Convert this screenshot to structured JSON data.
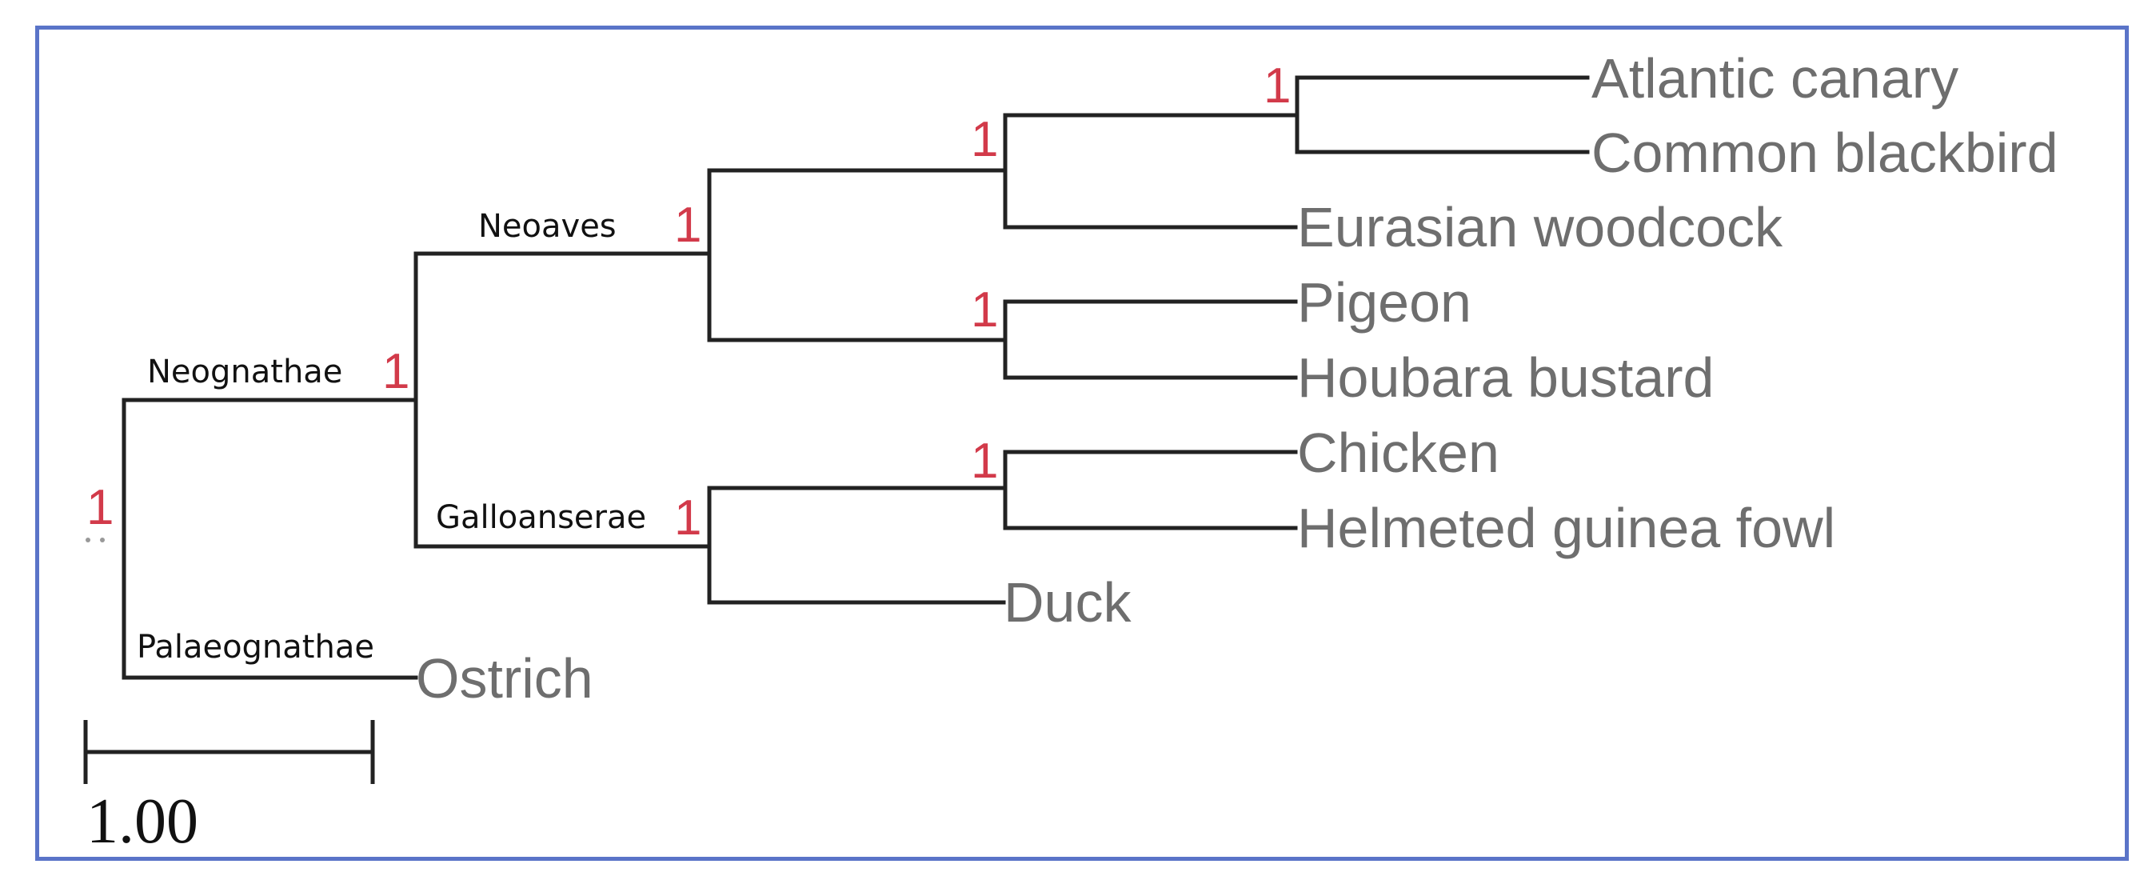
{
  "leaves": {
    "atlantic_canary": "Atlantic canary",
    "common_blackbird": "Common blackbird",
    "eurasian_woodcock": "Eurasian woodcock",
    "pigeon": "Pigeon",
    "houbara_bustard": "Houbara bustard",
    "chicken": "Chicken",
    "helmeted_guinea_fowl": "Helmeted guinea fowl",
    "duck": "Duck",
    "ostrich": "Ostrich"
  },
  "clades": {
    "neoaves": "Neoaves",
    "neognathae": "Neognathae",
    "galloanserae": "Galloanserae",
    "palaeognathae": "Palaeognathae"
  },
  "support": {
    "root": "1",
    "neognathae": "1",
    "neoaves": "1",
    "galloanserae": "1",
    "canary_blackbird": "1",
    "passerine_woodcock": "1",
    "pigeon_bustard": "1",
    "chicken_guineafowl": "1"
  },
  "scale_bar": {
    "label": "1.00"
  },
  "colors": {
    "branch": "#222222",
    "leaf_text": "#6e6e6e",
    "support_text": "#d23a4a",
    "frame_border": "#5a74c8"
  }
}
